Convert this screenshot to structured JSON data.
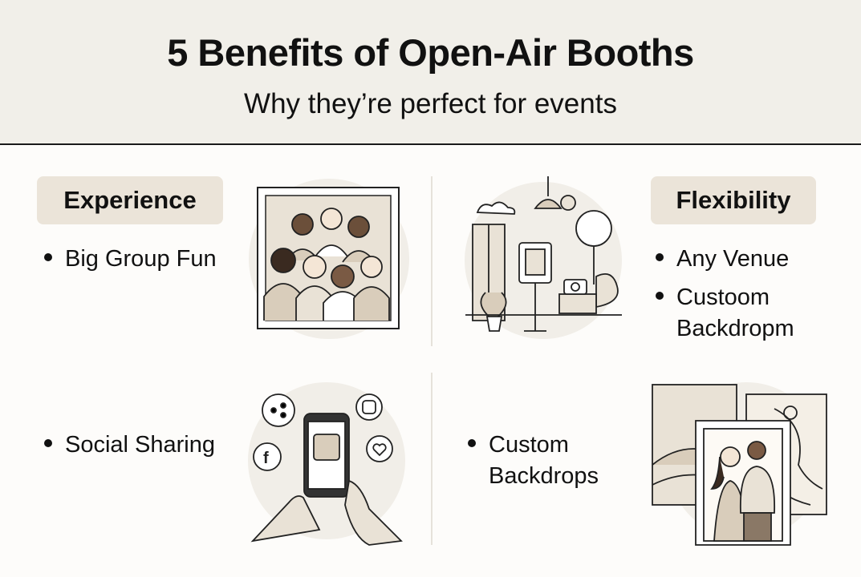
{
  "header": {
    "title": "5 Benefits of Open-Air Booths",
    "subtitle": "Why they’re perfect for events"
  },
  "sections": {
    "experience": {
      "tag": "Experience",
      "bullets": [
        "Big Group Fun"
      ],
      "illustration": "group-photo-frame-icon"
    },
    "flexibility": {
      "tag": "Flexibility",
      "bullets": [
        "Any Venue",
        "Custoom",
        "Backdropm"
      ],
      "illustration": "open-air-booth-scene-icon"
    },
    "social": {
      "bullets": [
        "Social Sharing"
      ],
      "illustration": "phone-share-icon"
    },
    "backdrops": {
      "bullets": [
        "Custom",
        "Backdrops"
      ],
      "illustration": "custom-backdrops-icon"
    }
  },
  "colors": {
    "header_bg": "#f1efe9",
    "tag_bg": "#ebe4d9",
    "accent_beige": "#d9cdbb",
    "circle_bg": "#f1eee8",
    "text": "#111111"
  }
}
